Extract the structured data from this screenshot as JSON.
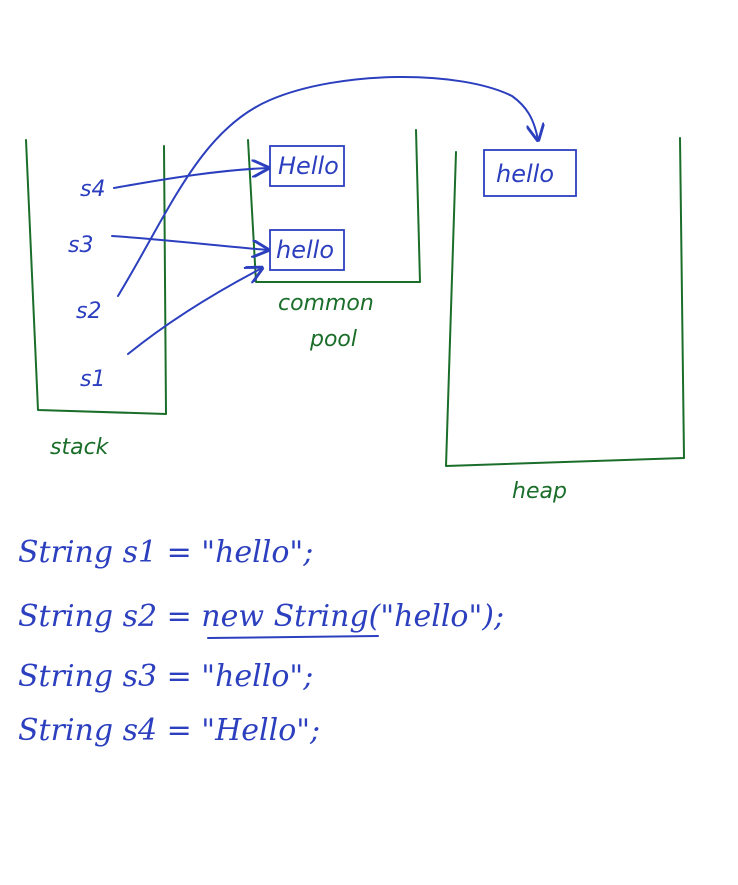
{
  "colors": {
    "ink_green": "#1a6e2a",
    "ink_blue": "#2b3fbf"
  },
  "regions": {
    "stack": {
      "label": "stack"
    },
    "pool": {
      "label_line1": "common",
      "label_line2": "pool"
    },
    "heap": {
      "label": "heap"
    }
  },
  "variables": {
    "s4": "s4",
    "s3": "s3",
    "s2": "s2",
    "s1": "s1"
  },
  "boxes": {
    "pool_upper": "Hello",
    "pool_lower": "hello",
    "heap": "hello"
  },
  "code": {
    "line1": "String s1 = \"hello\";",
    "line2": "String s2 = new String(\"hello\");",
    "line3": "String s3 = \"hello\";",
    "line4": "String s4 = \"Hello\";"
  }
}
